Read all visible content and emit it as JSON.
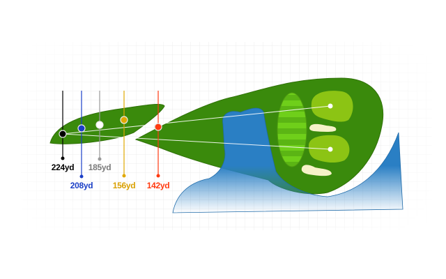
{
  "hole_map": {
    "colors": {
      "fairway": "#3a8a0c",
      "rough_edge": "#2f7008",
      "water": "#2a7fc4",
      "green": "#8cc414",
      "fringe": "#6fcf1a",
      "bunker": "#f6f2c8",
      "grid": "#e6e6e6"
    },
    "markers": [
      {
        "label": "224yd",
        "color": "#000000"
      },
      {
        "label": "208yd",
        "color": "#1b3fc7"
      },
      {
        "label": "185yd",
        "color": "#9a9a9a"
      },
      {
        "label": "156yd",
        "color": "#e0a800"
      },
      {
        "label": "142yd",
        "color": "#ff3a10"
      }
    ]
  }
}
